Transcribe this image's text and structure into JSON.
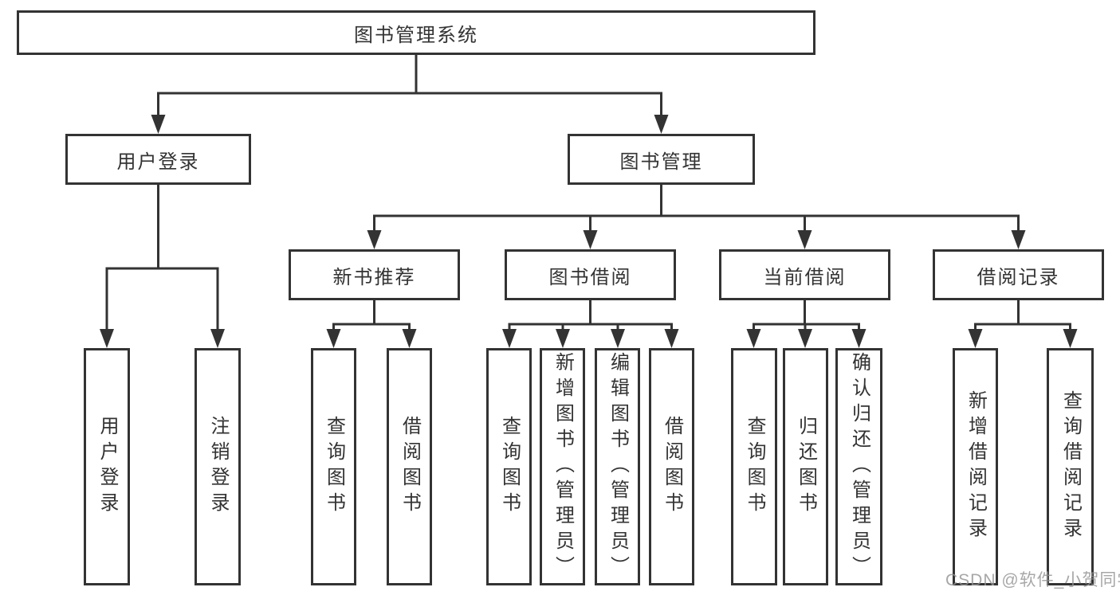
{
  "diagram": {
    "tree": {
      "label": "图书管理系统",
      "children": [
        {
          "label": "用户登录",
          "children": [
            {
              "label": "用户登录"
            },
            {
              "label": "注销登录"
            }
          ]
        },
        {
          "label": "图书管理",
          "children": [
            {
              "label": "新书推荐",
              "children": [
                {
                  "label": "查询图书"
                },
                {
                  "label": "借阅图书"
                }
              ]
            },
            {
              "label": "图书借阅",
              "children": [
                {
                  "label": "查询图书"
                },
                {
                  "label": "新增图书（管理员）"
                },
                {
                  "label": "编辑图书（管理员）"
                },
                {
                  "label": "借阅图书"
                }
              ]
            },
            {
              "label": "当前借阅",
              "children": [
                {
                  "label": "查询图书"
                },
                {
                  "label": "归还图书"
                },
                {
                  "label": "确认归还（管理员）"
                }
              ]
            },
            {
              "label": "借阅记录",
              "children": [
                {
                  "label": "新增借阅记录"
                },
                {
                  "label": "查询借阅记录"
                }
              ]
            }
          ]
        }
      ]
    },
    "watermark": {
      "text": "CSDN @软件_小贺同学"
    },
    "colors": {
      "line": "#333333",
      "box_border": "#333333",
      "box_fill": "#ffffff",
      "text": "#333333",
      "watermark": "#949494"
    }
  }
}
